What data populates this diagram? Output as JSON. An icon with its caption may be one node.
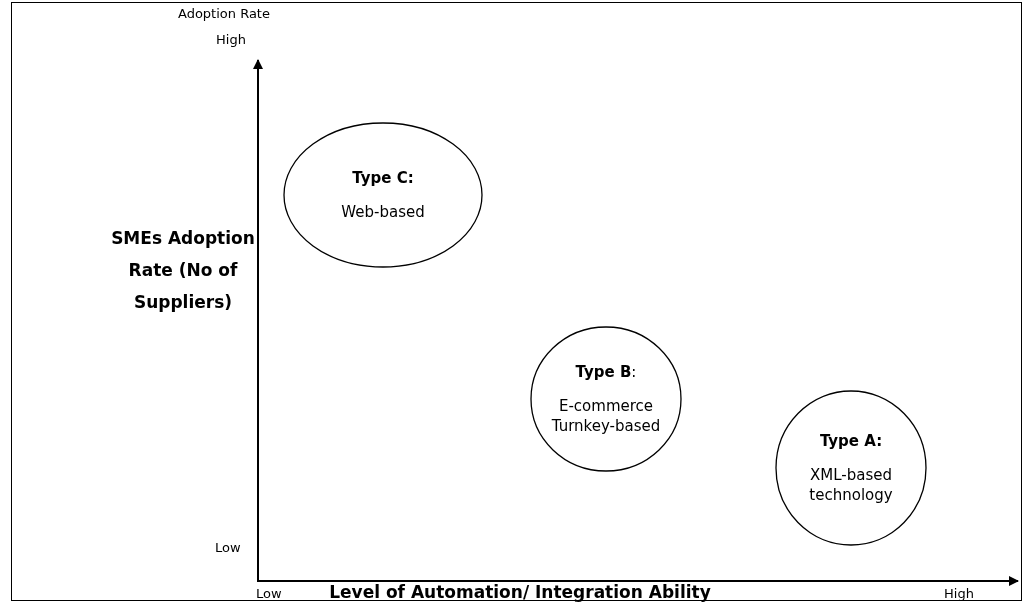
{
  "diagram": {
    "nodes": [
      {
        "text": [
          "Type C:",
          "Web-based"
        ]
      },
      {
        "text": [
          "**Type B**:",
          "E-commerce Turnkey-based"
        ]
      },
      {
        "text": [
          "Type A:",
          "XML-based technology"
        ]
      }
    ],
    "labels": [
      "Adoption Rate",
      "High",
      "SMEs Adoption Rate (No of Suppliers)",
      "Low",
      "Low",
      "High",
      "Level of Automation/ Integration Ability"
    ]
  }
}
